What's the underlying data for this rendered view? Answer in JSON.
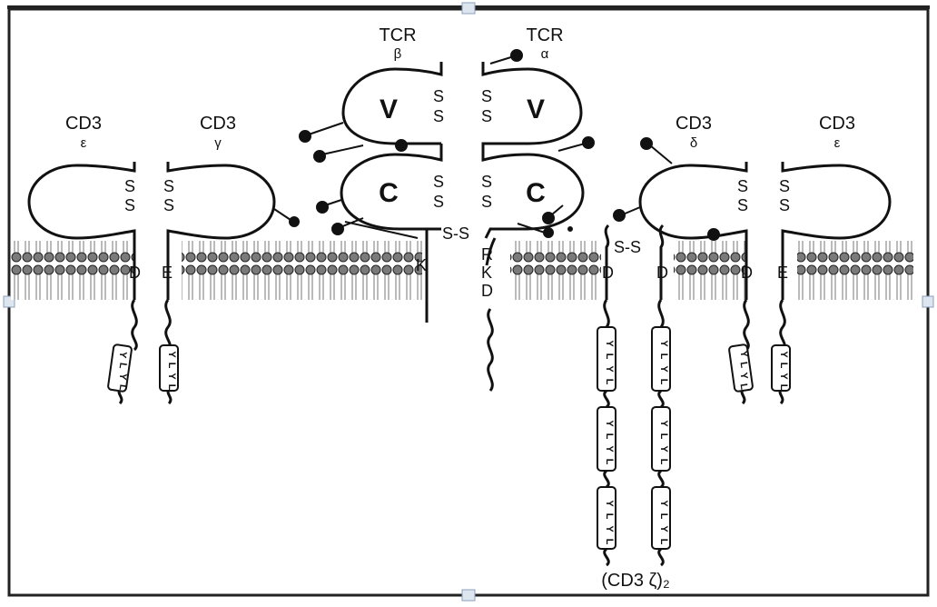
{
  "diagram": {
    "chains": [
      {
        "id": "cd3-epsilon-left",
        "name": "CD3",
        "subunit": "ε",
        "residues": [
          "S",
          "S"
        ],
        "tm_residue": "D",
        "itams": 1
      },
      {
        "id": "cd3-gamma",
        "name": "CD3",
        "subunit": "γ",
        "residues": [
          "S",
          "S"
        ],
        "tm_residue": "E",
        "itams": 1
      },
      {
        "id": "tcr-beta",
        "name": "TCR",
        "subunit": "β",
        "domains": [
          "V",
          "C"
        ],
        "residues": [
          "S",
          "S",
          "S",
          "S"
        ],
        "tm_residue": "K"
      },
      {
        "id": "tcr-alpha",
        "name": "TCR",
        "subunit": "α",
        "domains": [
          "V",
          "C"
        ],
        "residues": [
          "S",
          "S",
          "S",
          "S"
        ],
        "tm_residues": [
          "R",
          "K",
          "D"
        ]
      },
      {
        "id": "cd3-delta",
        "name": "CD3",
        "subunit": "δ",
        "residues": [
          "S",
          "S"
        ],
        "tm_residue": "D",
        "itams": 1
      },
      {
        "id": "cd3-epsilon-right",
        "name": "CD3",
        "subunit": "ε",
        "residues": [
          "S",
          "S"
        ],
        "tm_residue": "E",
        "itams": 1
      }
    ],
    "zeta": {
      "label": "(CD3 ζ)₂",
      "tm_residues": [
        "D",
        "D"
      ],
      "disulfide": "S-S",
      "itams_per_chain": 3
    },
    "tcr_disulfide": "S-S",
    "itam_text": "YLYL"
  }
}
